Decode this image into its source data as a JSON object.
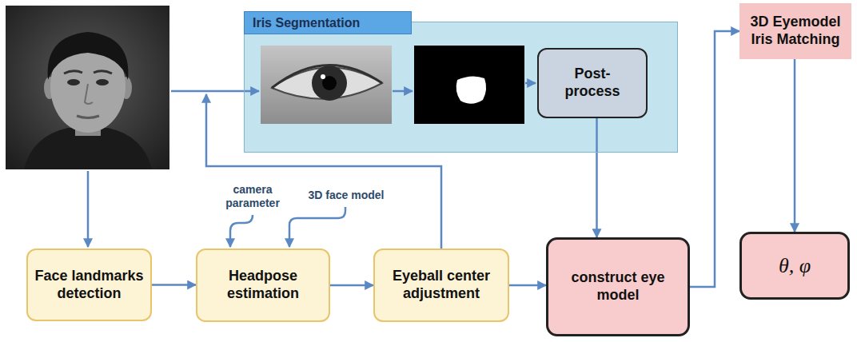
{
  "diagram": {
    "nodes": [
      {
        "text": [
          "Iris Segmentation"
        ]
      },
      {
        "text": [
          "Post- process"
        ],
        "in": 0
      },
      {
        "text": [
          "3D Eyemodel Iris Matching"
        ]
      },
      {
        "text": [
          "Face landmarks detection"
        ]
      },
      {
        "text": [
          "Headpose estimation"
        ]
      },
      {
        "text": [
          "Eyeball center adjustment"
        ]
      },
      {
        "text": [
          "construct eye model"
        ]
      },
      {
        "text": [
          "θ, φ"
        ]
      }
    ],
    "edges": [
      {
        "from": 3,
        "to": 4,
        "arrow": "to"
      },
      {
        "from": 4,
        "to": 5,
        "arrow": "to"
      },
      {
        "from": 5,
        "to": 0,
        "arrow": "to"
      },
      {
        "from": 1,
        "to": 6,
        "arrow": "to"
      },
      {
        "from": 5,
        "to": 6,
        "arrow": "to"
      },
      {
        "from": 6,
        "to": 2,
        "arrow": "to"
      },
      {
        "from": 2,
        "to": 7,
        "arrow": "to"
      }
    ],
    "labels": [
      "camera parameter",
      "3D face model"
    ]
  }
}
